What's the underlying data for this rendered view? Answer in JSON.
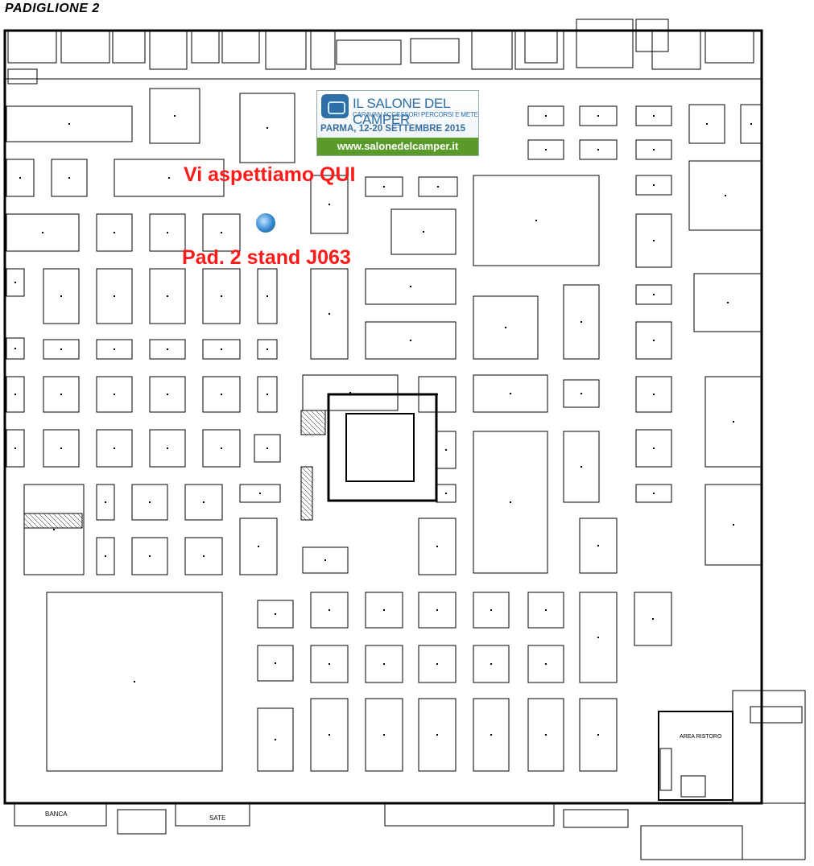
{
  "hall": {
    "title": "PADIGLIONE 2"
  },
  "logo": {
    "brand": "IL SALONE DEL CAMPER",
    "tagline": "CARAVAN ACCESSORI PERCORSI E METE",
    "dates": "PARMA, 12-20 SETTEMBRE 2015",
    "url": "www.salonedelcamper.it",
    "colors": {
      "blue": "#2e6ea6",
      "green": "#5a9a2a"
    }
  },
  "callout": {
    "invite": "Vi aspettiamo QUI",
    "stand": "Pad. 2 stand J063",
    "color": "#ff1a1a",
    "marker_icon": "camper-logo-icon"
  },
  "areas": {
    "bank": "BANCA",
    "sate": "SATE",
    "restaurant": "AREA RISTORO"
  }
}
